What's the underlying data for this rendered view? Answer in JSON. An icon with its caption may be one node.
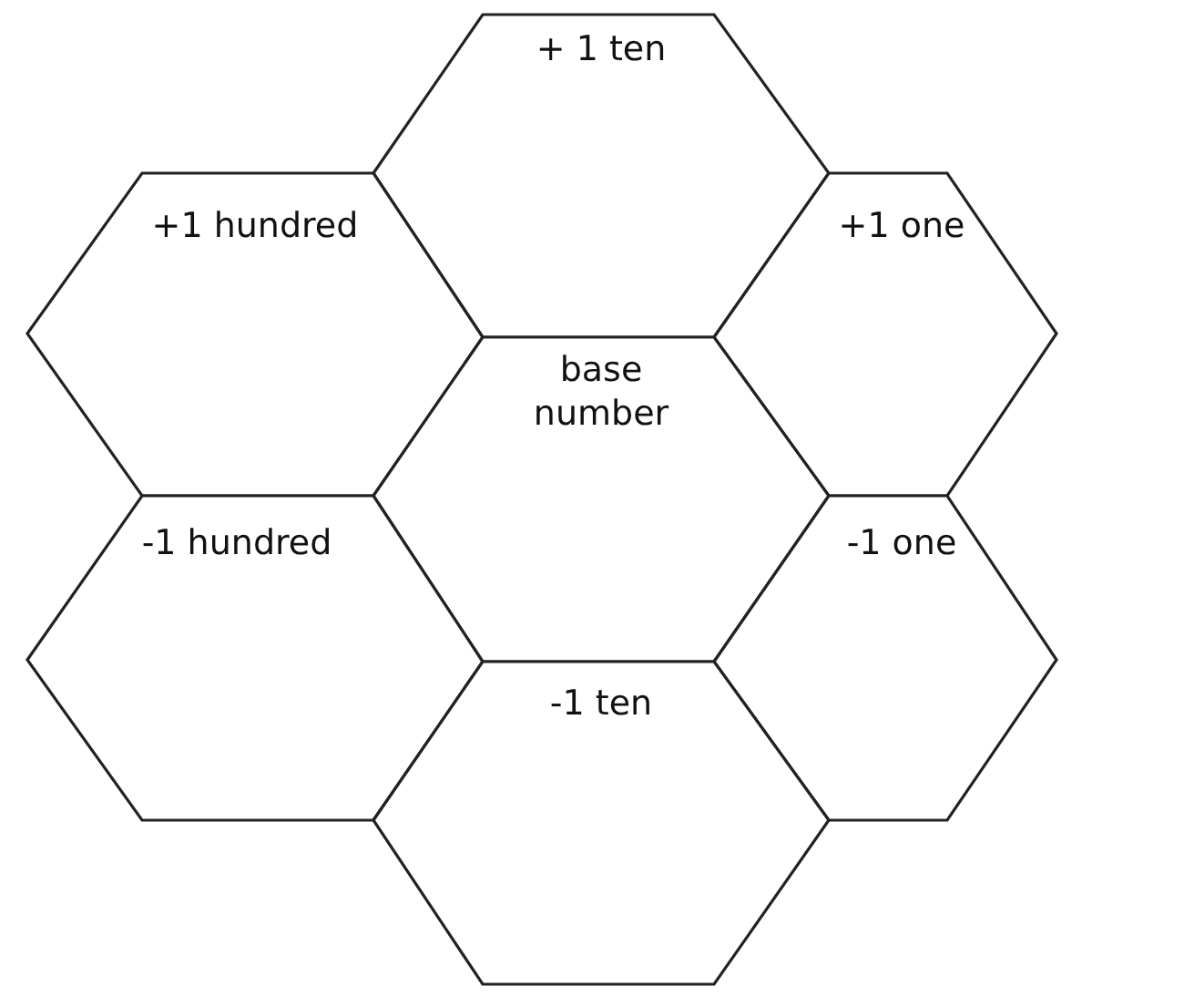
{
  "diagram": {
    "nodes": [
      {
        "text": [
          "+ 1 ten"
        ]
      },
      {
        "text": [
          "+1 hundred"
        ]
      },
      {
        "text": [
          "+1 one"
        ]
      },
      {
        "text": [
          "base number"
        ]
      },
      {
        "text": [
          "-1 hundred"
        ]
      },
      {
        "text": [
          "-1 one"
        ]
      },
      {
        "text": [
          "-1 ten"
        ]
      }
    ]
  }
}
